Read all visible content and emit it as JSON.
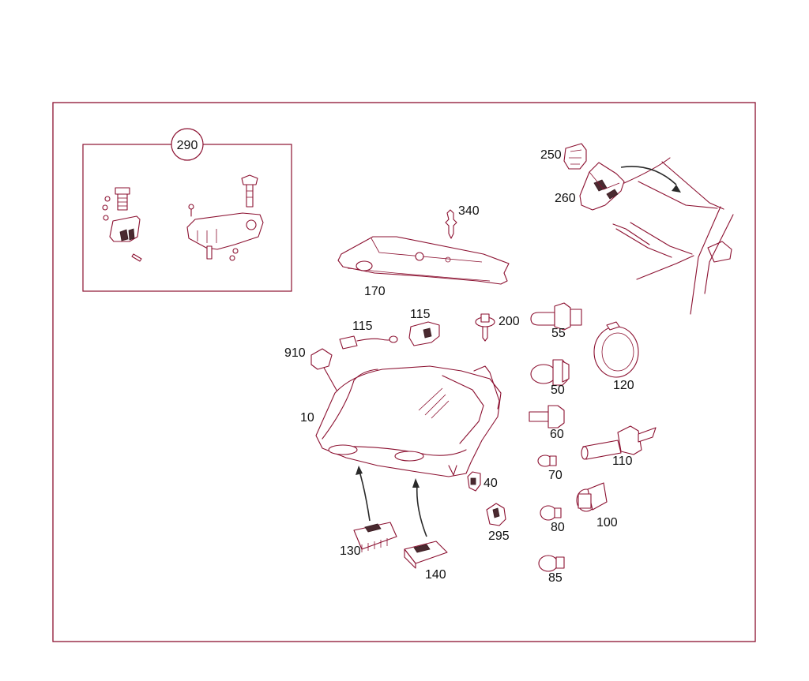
{
  "colors": {
    "frame": "#8b1030",
    "line": "#8b1030",
    "text": "#111111",
    "background": "#ffffff"
  },
  "callouts": {
    "group_290": "290",
    "p340": "340",
    "p250": "250",
    "p260": "260",
    "p170": "170",
    "p115a": "115",
    "p115b": "115",
    "p200": "200",
    "p55": "55",
    "p910": "910",
    "p10": "10",
    "p50": "50",
    "p120": "120",
    "p60": "60",
    "p110": "110",
    "p70": "70",
    "p40": "40",
    "p80": "80",
    "p100": "100",
    "p295": "295",
    "p130": "130",
    "p140": "140",
    "p85": "85"
  }
}
